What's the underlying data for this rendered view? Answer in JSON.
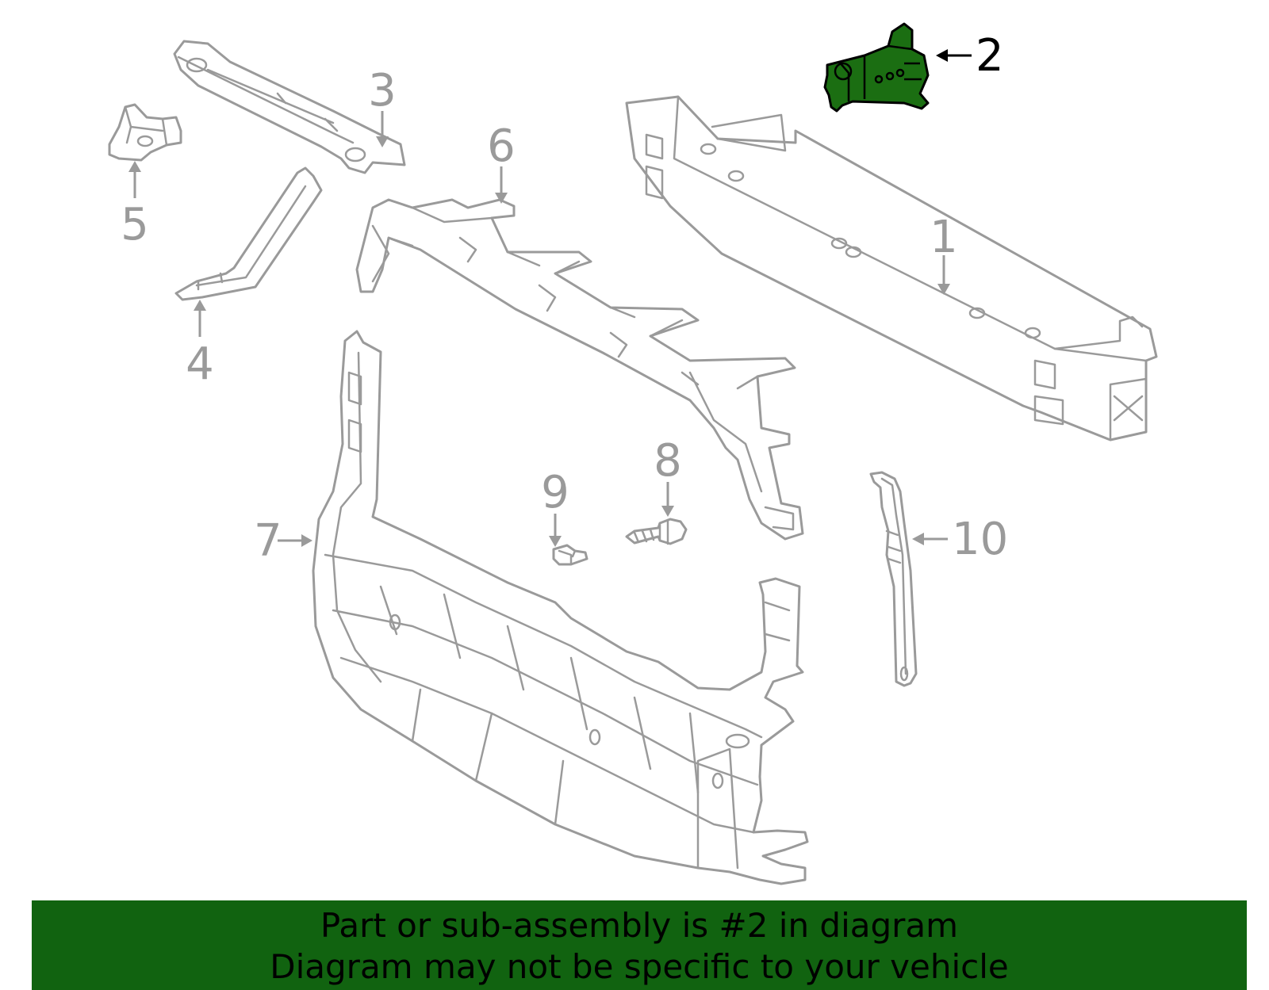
{
  "diagram": {
    "highlight_color": "#1b6e12",
    "line_color": "#9a9a9a",
    "callouts": [
      {
        "number": "1",
        "part": "reinforcement-beam"
      },
      {
        "number": "2",
        "part": "bracket",
        "highlighted": true
      },
      {
        "number": "3",
        "part": "upper-tie-bar"
      },
      {
        "number": "4",
        "part": "side-support"
      },
      {
        "number": "5",
        "part": "hood-latch-bracket"
      },
      {
        "number": "6",
        "part": "upper-support"
      },
      {
        "number": "7",
        "part": "radiator-support"
      },
      {
        "number": "8",
        "part": "bolt"
      },
      {
        "number": "9",
        "part": "clip"
      },
      {
        "number": "10",
        "part": "side-bracket"
      }
    ]
  },
  "banner": {
    "background": "#116310",
    "line1": "Part or sub-assembly is #2 in diagram",
    "line2": "Diagram may not be specific to your vehicle"
  }
}
